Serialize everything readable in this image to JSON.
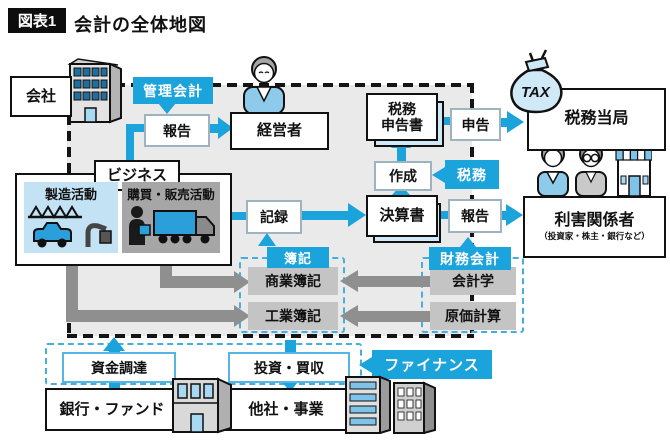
{
  "header": {
    "badge": "図表1",
    "title": "会計の全体地図"
  },
  "colors": {
    "accent_blue": "#1ba3dc",
    "dashed_group_blue": "#45aede",
    "company_background": "#eaeaea",
    "gray_arrow": "#8f8f8f",
    "gray_box": "#c4c4c4",
    "manufacturing_panel": "#c3e2f3",
    "sales_panel": "#a6a6a6"
  },
  "nodes": {
    "company": "会社",
    "management_accounting": "管理会計",
    "report_management": "報告",
    "manager": "経営者",
    "business": "ビジネス",
    "manufacturing": "製造活動",
    "purchasing_sales": "購買・販売活動",
    "record": "記録",
    "financial_statements": "決算書",
    "create": "作成",
    "tax_return_line1": "税務",
    "tax_return_line2": "申告書",
    "filing": "申告",
    "tax": "税務",
    "tax_authority": "税務当局",
    "report_financial": "報告",
    "stakeholders": "利害関係者",
    "stakeholders_note": "（投資家・株主・銀行など）",
    "bookkeeping": "簿記",
    "commercial_bookkeeping": "商業簿記",
    "industrial_bookkeeping": "工業簿記",
    "financial_accounting": "財務会計",
    "accounting_science": "会計学",
    "cost_accounting": "原価計算",
    "fund_raising": "資金調達",
    "investment_acquisition": "投資・買収",
    "finance": "ファイナンス",
    "bank_fund": "銀行・ファンド",
    "other_companies": "他社・事業",
    "tax_bag": "TAX"
  }
}
